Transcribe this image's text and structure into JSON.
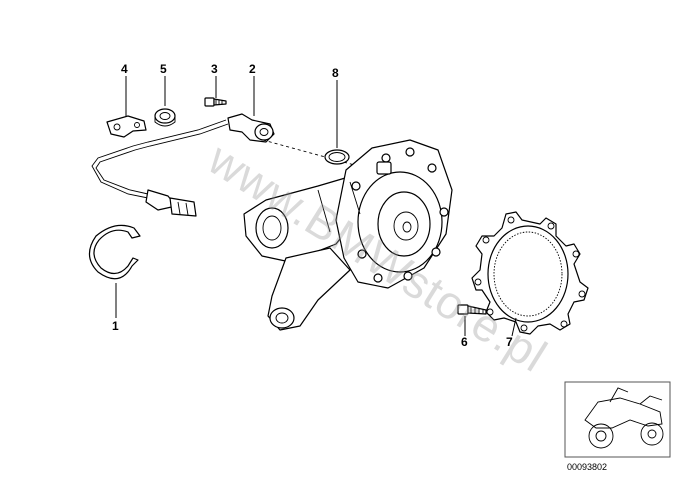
{
  "diagram": {
    "callouts": {
      "p1": "1",
      "p2": "2",
      "p3": "3",
      "p4": "4",
      "p5": "5",
      "p6": "6",
      "p7": "7",
      "p8": "8"
    },
    "watermark": "www.BMWstore.pl",
    "reference_number": "00093802"
  }
}
